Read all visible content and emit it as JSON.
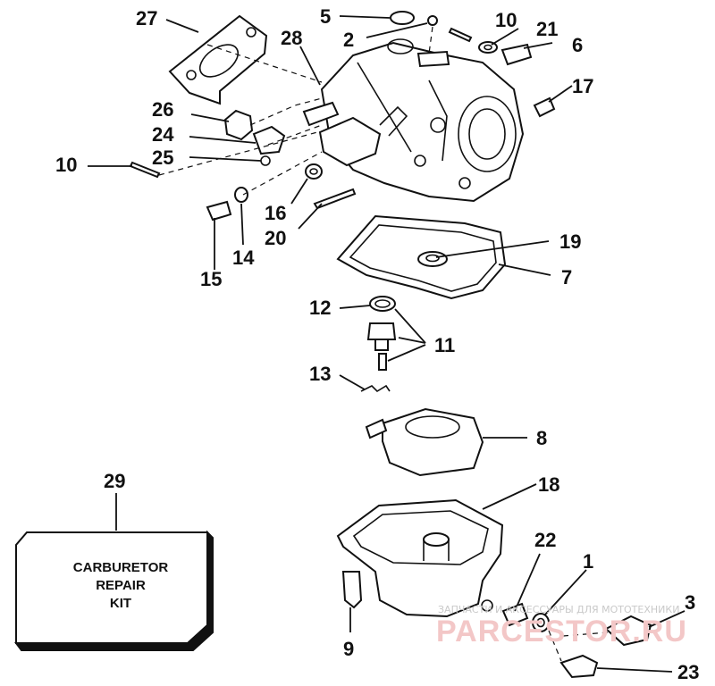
{
  "labels": {
    "l1": "1",
    "l2": "2",
    "l3": "3",
    "l5": "5",
    "l6": "6",
    "l7": "7",
    "l8": "8",
    "l9": "9",
    "l10a": "10",
    "l10b": "10",
    "l11": "11",
    "l12": "12",
    "l13": "13",
    "l14": "14",
    "l15": "15",
    "l16": "16",
    "l17": "17",
    "l18": "18",
    "l19": "19",
    "l20": "20",
    "l21": "21",
    "l22": "22",
    "l23": "23",
    "l24": "24",
    "l25": "25",
    "l26": "26",
    "l27": "27",
    "l28": "28",
    "l29": "29"
  },
  "kit": {
    "line1": "CARBURETOR",
    "line2": "REPAIR",
    "line3": "KIT"
  },
  "watermark": {
    "small": "ЗАПЧАСТИ И АКСЕССУАРЫ ДЛЯ МОТОТЕХНИКИ",
    "brand": "PARCESTOR.RU"
  }
}
